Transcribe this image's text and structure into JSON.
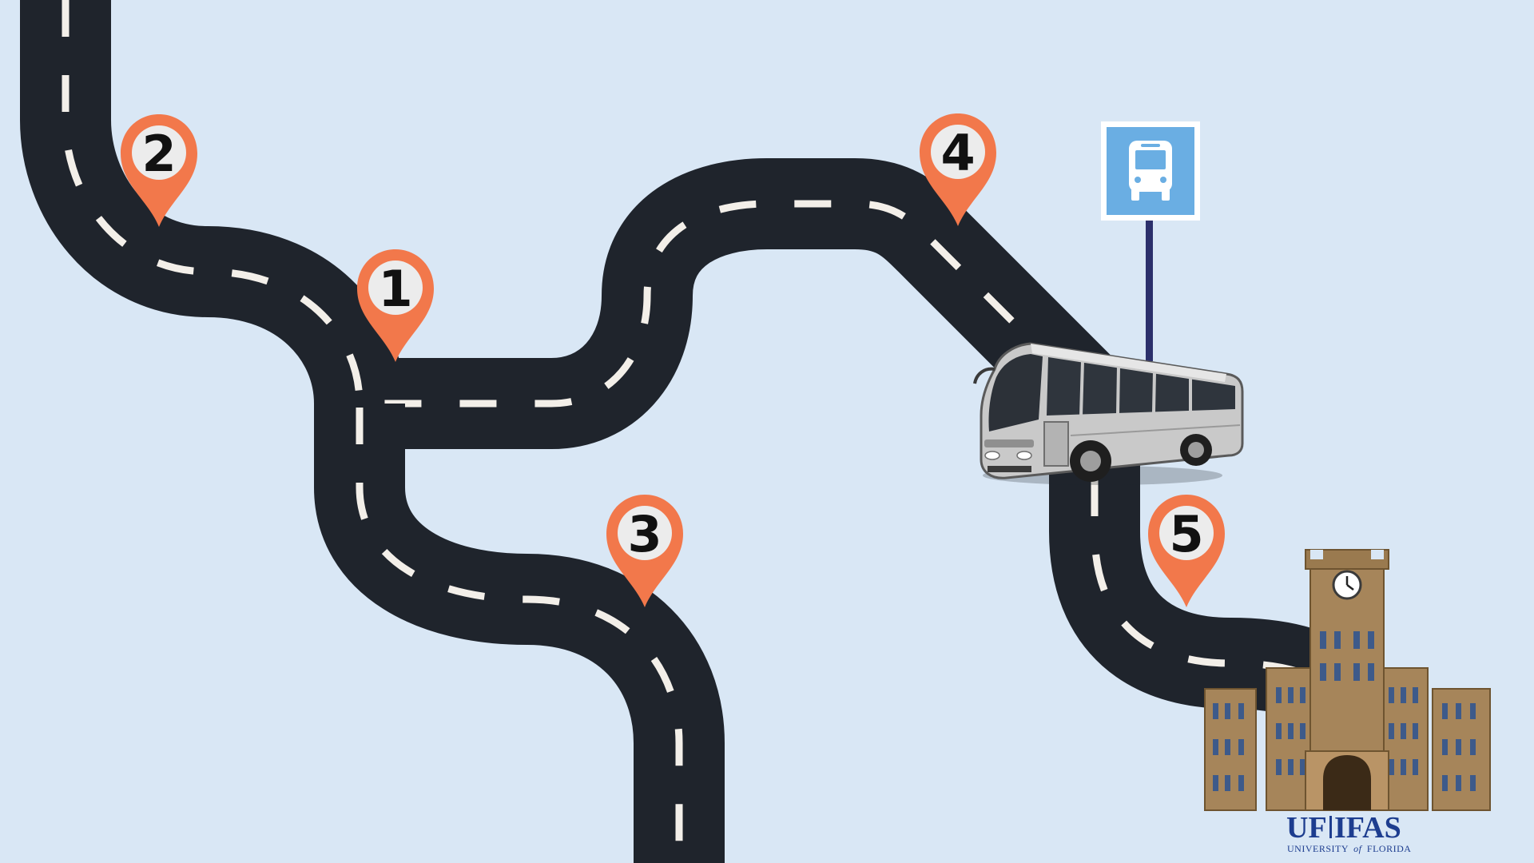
{
  "pins": [
    {
      "id": "1",
      "label": "1",
      "position": "center-left junction"
    },
    {
      "id": "2",
      "label": "2",
      "position": "upper-left curve"
    },
    {
      "id": "3",
      "label": "3",
      "position": "lower-center curve"
    },
    {
      "id": "4",
      "label": "4",
      "position": "upper-right curve"
    },
    {
      "id": "5",
      "label": "5",
      "position": "lower-right near campus"
    }
  ],
  "bus_stop": {
    "icon": "bus-icon"
  },
  "logo": {
    "primary": "UF",
    "secondary": "IFAS",
    "tagline_pre": "UNIVERSITY",
    "tagline_of": "of",
    "tagline_post": "FLORIDA"
  },
  "colors": {
    "background": "#d9e7f5",
    "road": "#1f242c",
    "road_marking": "#f3efe9",
    "pin": "#f2784b",
    "sign": "#6aaee3",
    "building": "#a6855a",
    "logo": "#1d3d8f"
  }
}
